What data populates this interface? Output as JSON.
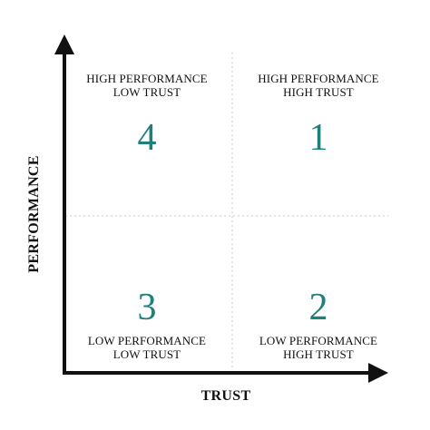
{
  "colors": {
    "number": "#1f7f7a",
    "axis": "#111111",
    "divider": "#c8c8c8"
  },
  "axes": {
    "x_label": "TRUST",
    "y_label": "PERFORMANCE"
  },
  "quadrants": {
    "top_left": {
      "number": "4",
      "line1": "HIGH PERFORMANCE",
      "line2": "LOW TRUST"
    },
    "top_right": {
      "number": "1",
      "line1": "HIGH PERFORMANCE",
      "line2": "HIGH TRUST"
    },
    "bottom_left": {
      "number": "3",
      "line1": "LOW PERFORMANCE",
      "line2": "LOW TRUST"
    },
    "bottom_right": {
      "number": "2",
      "line1": "LOW PERFORMANCE",
      "line2": "HIGH TRUST"
    }
  }
}
